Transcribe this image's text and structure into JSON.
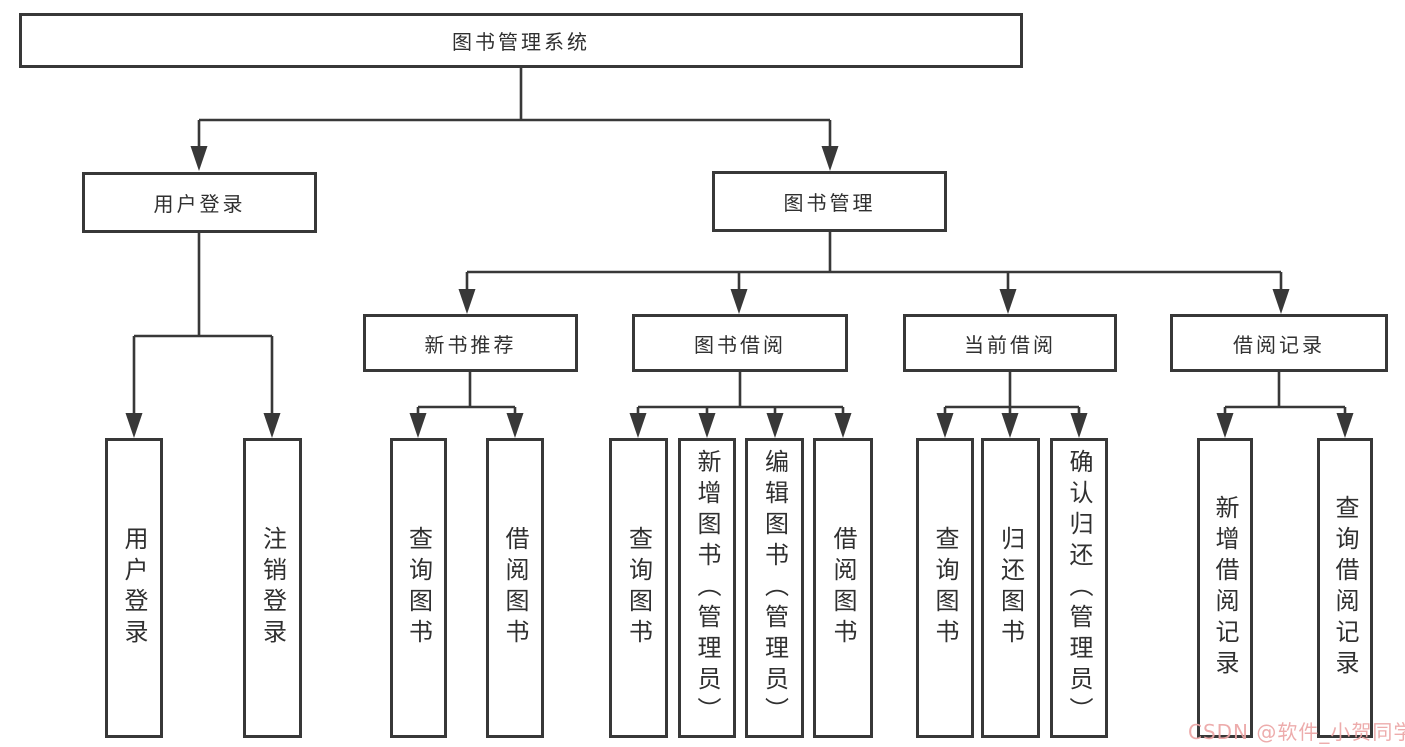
{
  "root": {
    "label": "图书管理系统"
  },
  "login": {
    "label": "用户登录",
    "children": [
      "用户登录",
      "注销登录"
    ]
  },
  "mgmt": {
    "label": "图书管理"
  },
  "newbook": {
    "label": "新书推荐",
    "children": [
      "查询图书",
      "借阅图书"
    ]
  },
  "borrow": {
    "label": "图书借阅",
    "children": [
      "查询图书",
      "新增图书（管理员）",
      "编辑图书（管理员）",
      "借阅图书"
    ]
  },
  "current": {
    "label": "当前借阅",
    "children": [
      "查询图书",
      "归还图书",
      "确认归还（管理员）"
    ]
  },
  "records": {
    "label": "借阅记录",
    "children": [
      "新增借阅记录",
      "查询借阅记录"
    ]
  },
  "watermark": "CSDN @软件_小贺同学",
  "colors": {
    "line": "#383838",
    "text": "#303030",
    "watermark": "#eca6a6"
  }
}
